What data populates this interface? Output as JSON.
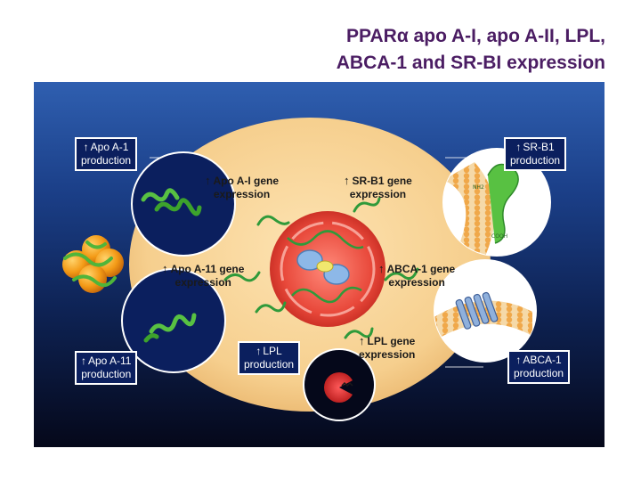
{
  "title": {
    "line1": "PPARα apo A-I, apo A-II, LPL,",
    "line2": "ABCA-1 and SR-BI expression"
  },
  "arrow_glyph": "↑",
  "gene_labels": {
    "apoa1": {
      "line1": "Apo A-I gene",
      "line2": "expression"
    },
    "srb1": {
      "line1": "SR-B1 gene",
      "line2": "expression"
    },
    "apoa2": {
      "line1": "Apo A-11 gene",
      "line2": "expression"
    },
    "abca1": {
      "line1": "ABCA-1 gene",
      "line2": "expression"
    },
    "lpl": {
      "line1": "LPL gene",
      "line2": "expression"
    }
  },
  "production_boxes": {
    "apoa1": {
      "line1": "Apo A-1",
      "line2": "production"
    },
    "srb1": {
      "line1": "SR-B1",
      "line2": "production"
    },
    "apoa2": {
      "line1": "Apo A-11",
      "line2": "production"
    },
    "abca1": {
      "line1": "ABCA-1",
      "line2": "production"
    },
    "lpl": {
      "line1": "LPL",
      "line2": "production"
    }
  },
  "receptor_text": {
    "nh2": "NH2",
    "cooh": "COOH"
  },
  "colors": {
    "title": "#4b1d63",
    "cell": "#f6cf8e",
    "nucleus": "#e8483a",
    "protein_strand": "#2f9a3a",
    "box_bg": "#0b1f5e"
  }
}
